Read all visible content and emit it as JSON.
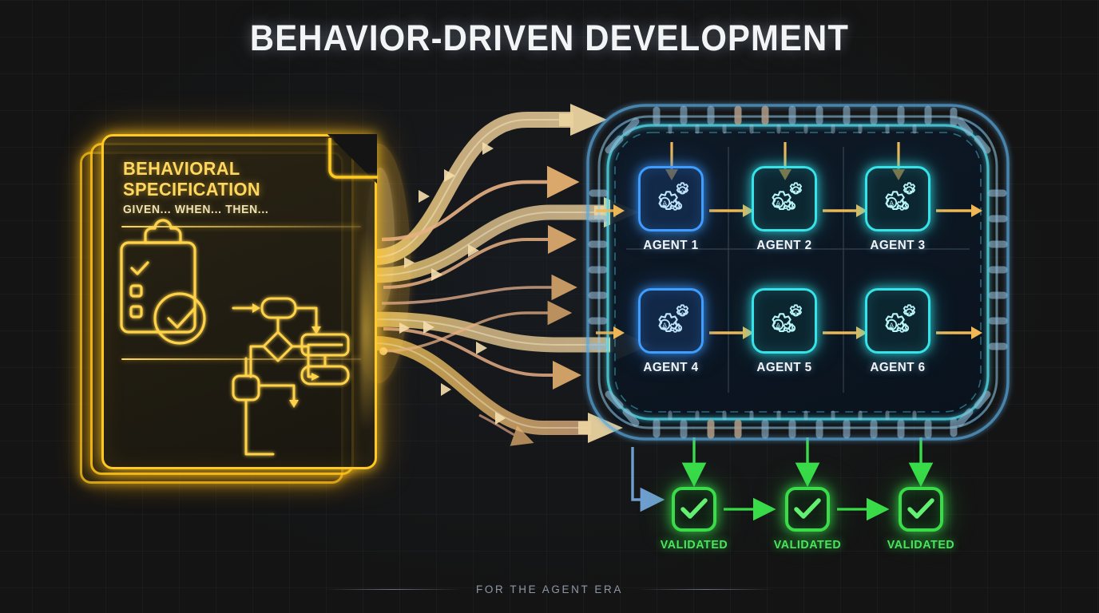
{
  "header": {
    "title": "BEHAVIOR-DRIVEN DEVELOPMENT"
  },
  "footer": {
    "tagline": "FOR THE AGENT ERA"
  },
  "document": {
    "title_line1": "BEHAVIORAL",
    "title_line2": "SPECIFICATION",
    "subtitle": "GIVEN... WHEN... THEN...",
    "accent_color": "#ffc922",
    "icons": [
      "clipboard-checklist-icon",
      "check-circle-icon",
      "flowchart-icon",
      "database-icon"
    ]
  },
  "pipeline": {
    "panel_border_color": "#4fd8e8",
    "arrow_color": "#f5c46a",
    "agents": [
      {
        "label": "AGENT 1",
        "color": "#3f9dff",
        "style": "blue",
        "icon": "gears-agent-icon"
      },
      {
        "label": "AGENT 2",
        "color": "#35e3e8",
        "style": "cyan",
        "icon": "gears-agent-icon"
      },
      {
        "label": "AGENT 3",
        "color": "#35e3e8",
        "style": "cyan",
        "icon": "gears-agent-icon"
      },
      {
        "label": "AGENT 4",
        "color": "#3f9dff",
        "style": "blue",
        "icon": "gears-agent-icon"
      },
      {
        "label": "AGENT 5",
        "color": "#35e3e8",
        "style": "cyan",
        "icon": "gears-agent-icon"
      },
      {
        "label": "AGENT 6",
        "color": "#35e3e8",
        "style": "cyan",
        "icon": "gears-agent-icon"
      }
    ]
  },
  "results": {
    "color": "#3adc4a",
    "items": [
      {
        "label": "VALIDATED",
        "icon": "check-mark-icon"
      },
      {
        "label": "VALIDATED",
        "icon": "check-mark-icon"
      },
      {
        "label": "VALIDATED",
        "icon": "check-mark-icon"
      }
    ]
  },
  "background": {
    "page_color": "#141414",
    "grid": "on"
  }
}
